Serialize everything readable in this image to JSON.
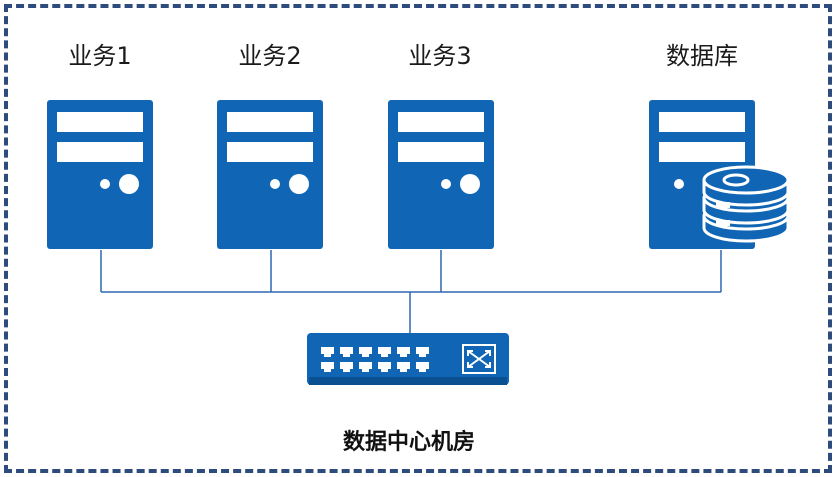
{
  "servers": [
    {
      "label": "业务1",
      "icon": "server-icon"
    },
    {
      "label": "业务2",
      "icon": "server-icon"
    },
    {
      "label": "业务3",
      "icon": "server-icon"
    },
    {
      "label": "数据库",
      "icon": "database-server-icon"
    }
  ],
  "switch": {
    "icon": "network-switch-icon"
  },
  "caption": "数据中心机房",
  "colors": {
    "primary": "#1066b4",
    "line": "#2e66b0",
    "frame": "#2d4b7d"
  }
}
